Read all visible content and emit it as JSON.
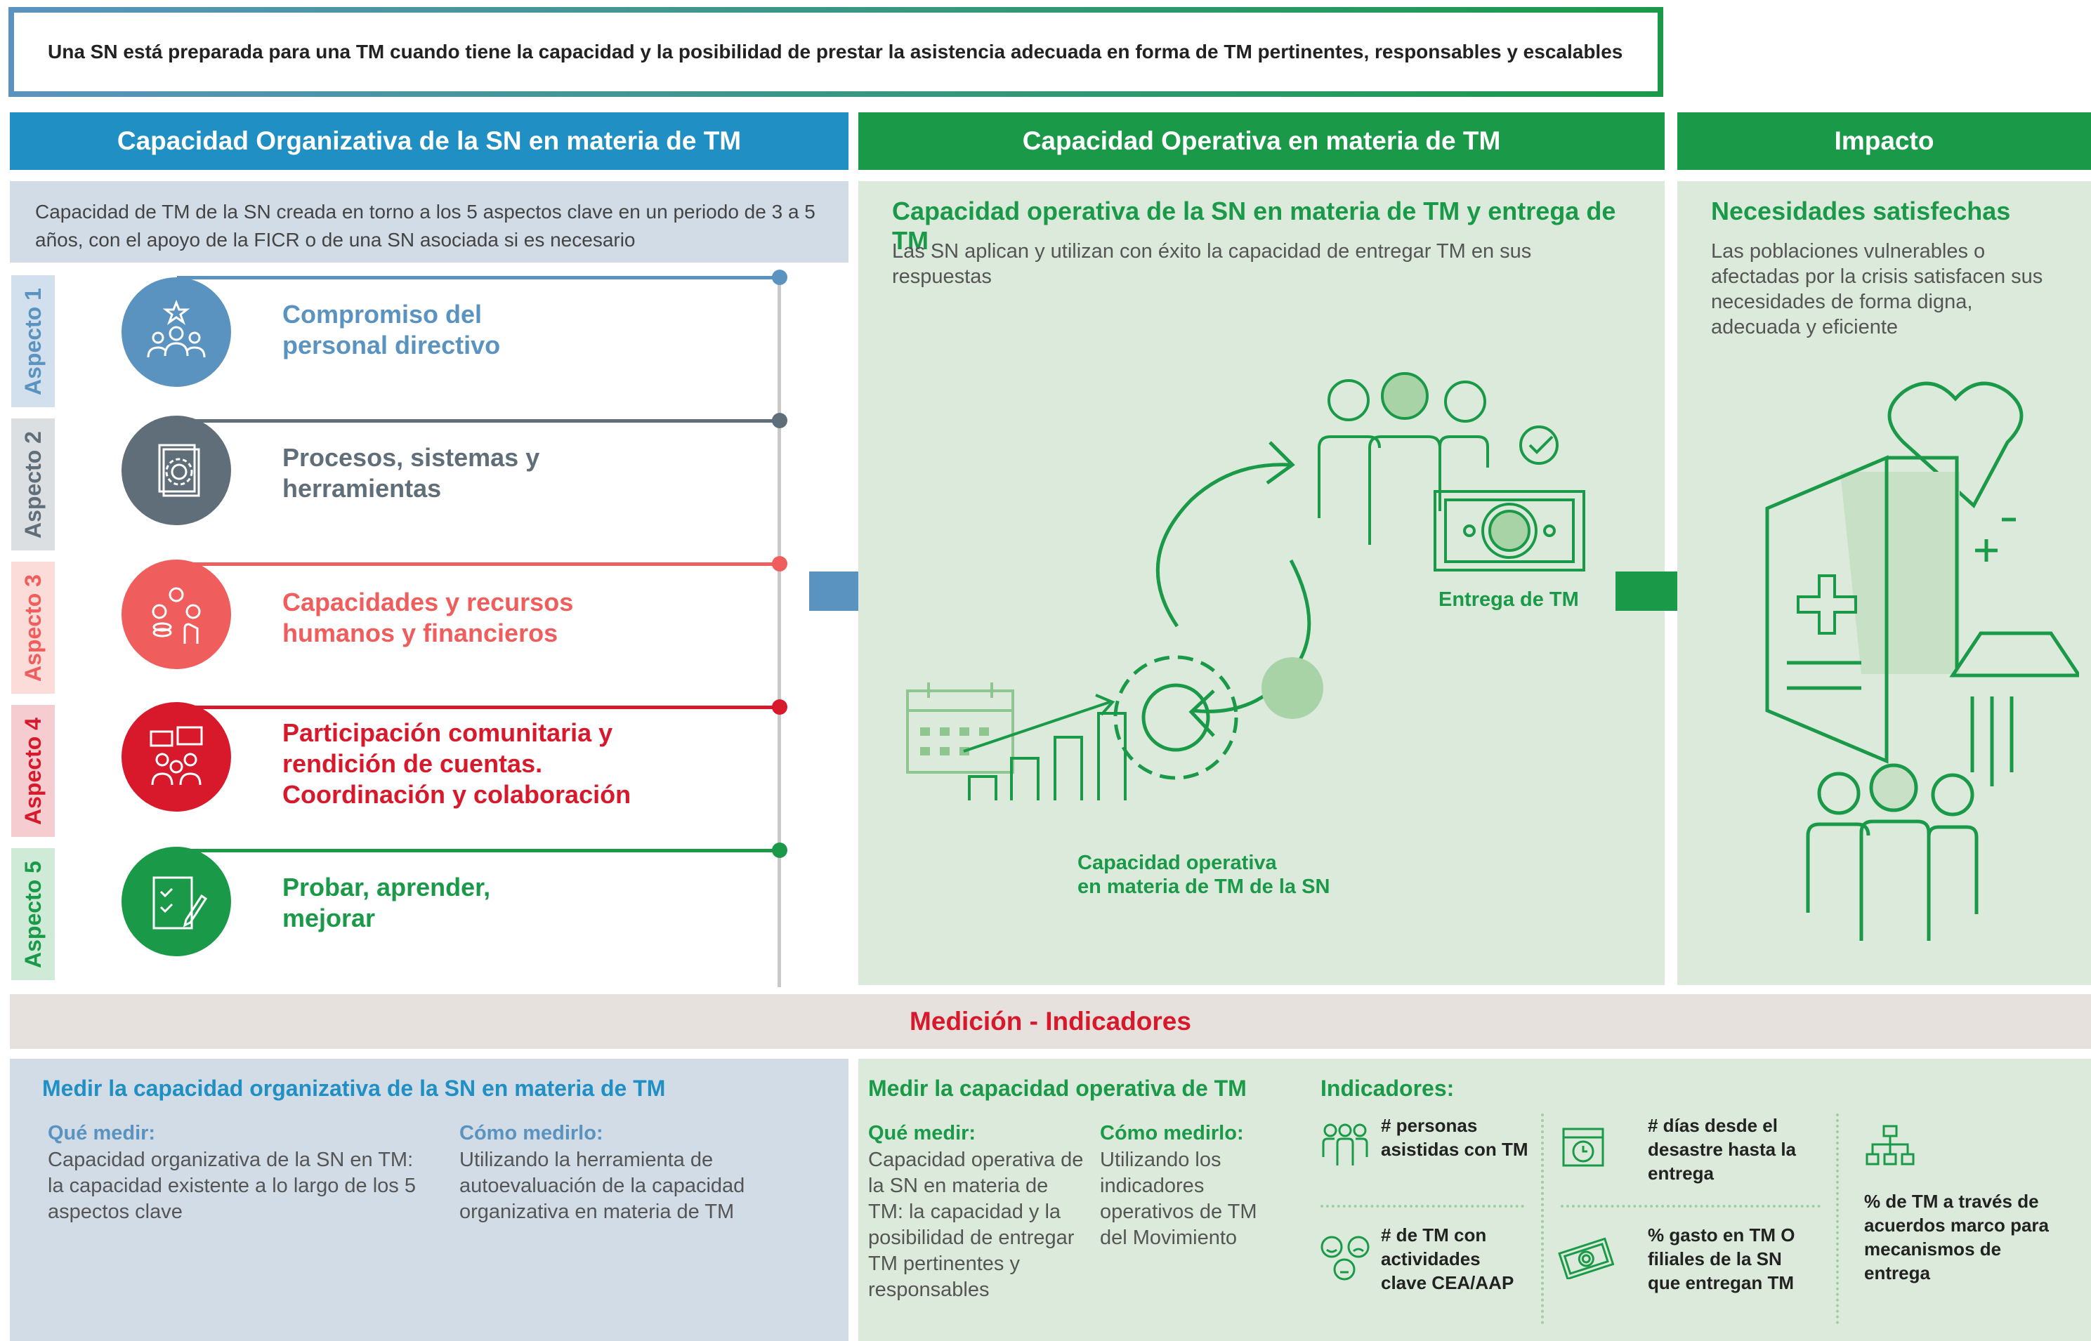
{
  "statement": "Una SN está preparada para una TM cuando tiene la capacidad y la posibilidad de prestar la asistencia adecuada en forma de TM pertinentes, responsables y escalables",
  "headers": {
    "org": "Capacidad Organizativa de la SN en materia de TM",
    "op": "Capacidad Operativa en materia de TM",
    "impact": "Impacto"
  },
  "org_intro": "Capacidad de TM de la SN creada en torno a los 5 aspectos clave en un periodo de 3 a 5 años, con el apoyo de la FICR o de una SN asociada si es necesario",
  "aspects": [
    {
      "tab": "Aspecto 1",
      "label": "Compromiso del personal directivo",
      "color": "#5a93bf",
      "tab_bg": "#d2e0ee",
      "icon": "leadership-icon"
    },
    {
      "tab": "Aspecto 2",
      "label": "Procesos, sistemas y herramientas",
      "color": "#5f6e78",
      "tab_bg": "#dcdfe2",
      "icon": "process-gear-icon"
    },
    {
      "tab": "Aspecto 3",
      "label": "Capacidades y recursos humanos y financieros",
      "color": "#ef5d5d",
      "tab_bg": "#fbdcd9",
      "icon": "resources-icon"
    },
    {
      "tab": "Aspecto 4",
      "label": "Participación comunitaria y rendición de cuentas. Coordinación y colaboración",
      "color": "#d7192b",
      "tab_bg": "#f5cccf",
      "icon": "community-icon"
    },
    {
      "tab": "Aspecto 5",
      "label": "Probar, aprender, mejorar",
      "color": "#1a9a48",
      "tab_bg": "#d0ead8",
      "icon": "checklist-icon"
    }
  ],
  "operativa": {
    "title": "Capacidad operativa de la SN en materia de TM y entrega de TM",
    "text": "Las SN aplican y utilizan con éxito la capacidad de entregar TM en sus respuestas",
    "label_delivery": "Entrega de TM",
    "label_capacity_1": "Capacidad operativa",
    "label_capacity_2": "en materia de TM de la SN"
  },
  "impacto": {
    "title": "Necesidades satisfechas",
    "text": "Las poblaciones vulnerables o afectadas por la crisis satisfacen sus necesidades de forma digna, adecuada y eficiente"
  },
  "measurement": {
    "bar": "Medición - Indicadores",
    "org": {
      "title": "Medir la capacidad organizativa de la SN en materia de TM",
      "what_label": "Qué medir:",
      "what_text": "Capacidad organizativa de la SN en TM: la capacidad existente a lo largo de los 5 aspectos clave",
      "how_label": "Cómo medirlo:",
      "how_text": "Utilizando la herramienta de autoevaluación de la capacidad organizativa en materia de TM"
    },
    "op": {
      "title": "Medir la capacidad operativa de TM",
      "what_label": "Qué medir:",
      "what_text": "Capacidad operativa de la SN en materia de TM: la capacidad y la posibilidad de entregar TM pertinentes y responsables",
      "how_label": "Cómo medirlo:",
      "how_text": "Utilizando los indicadores operativos de TM del Movimiento"
    },
    "indicators_title": "Indicadores:",
    "indicators": [
      "# personas asistidas con TM",
      "# de TM con actividades clave CEA/AAP",
      "# días desde el desastre hasta la entrega",
      "% gasto en TM O filiales de la SN que entregan TM",
      "% de TM a través de acuerdos marco para mecanismos de entrega"
    ]
  },
  "colors": {
    "blue": "#1f8fc4",
    "green": "#1a9a48",
    "red": "#d7192b",
    "light_green": "#dceadb",
    "light_blue": "#d2dce6"
  }
}
